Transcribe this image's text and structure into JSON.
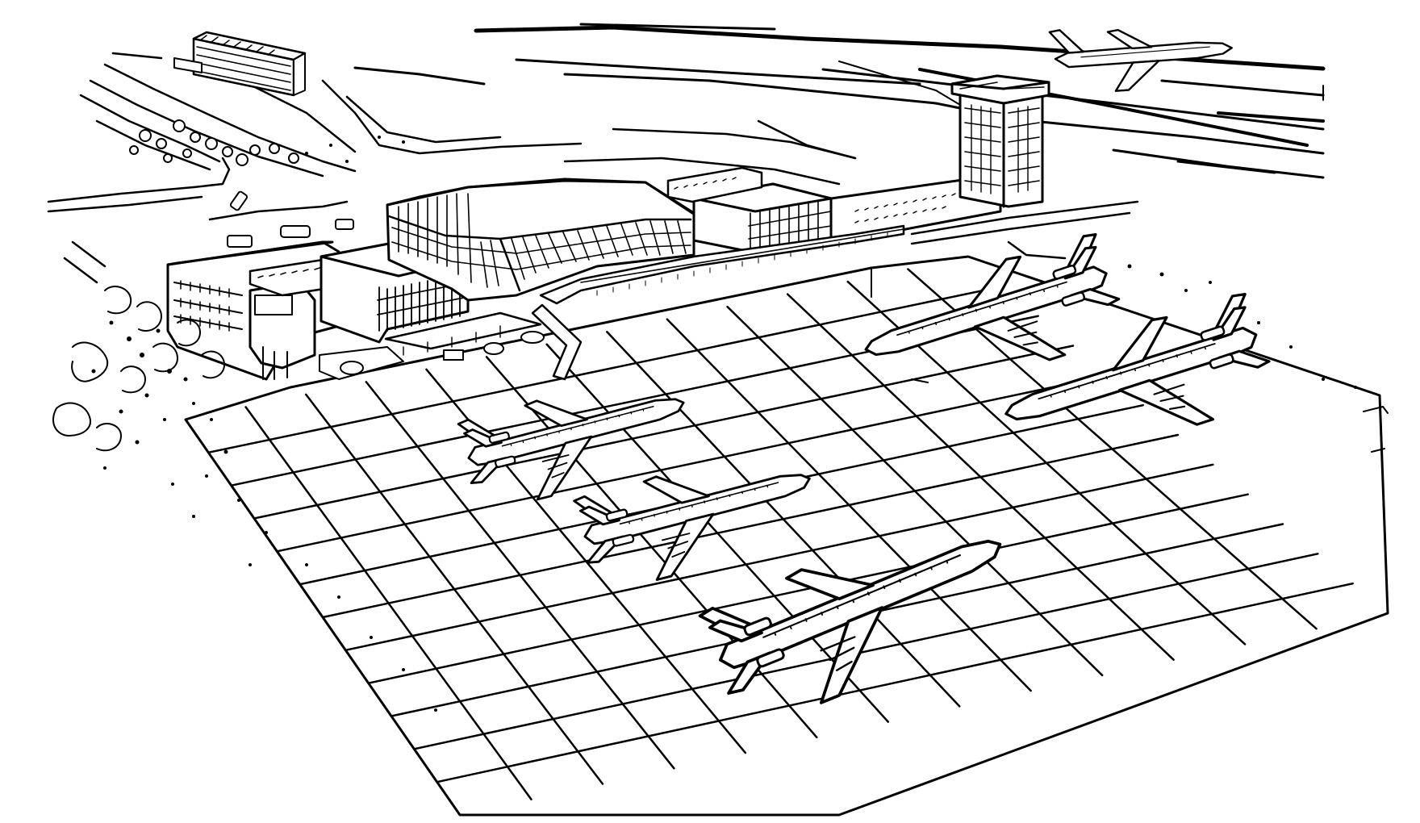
{
  "illustration": {
    "style": "black-and-white pen line drawing",
    "colors": {
      "ink": "#000000",
      "paper": "#ffffff"
    },
    "apron_grid": {
      "rows": 12,
      "columns": 13
    },
    "aircraft_on_apron": 5,
    "aircraft_in_flight": 1
  }
}
